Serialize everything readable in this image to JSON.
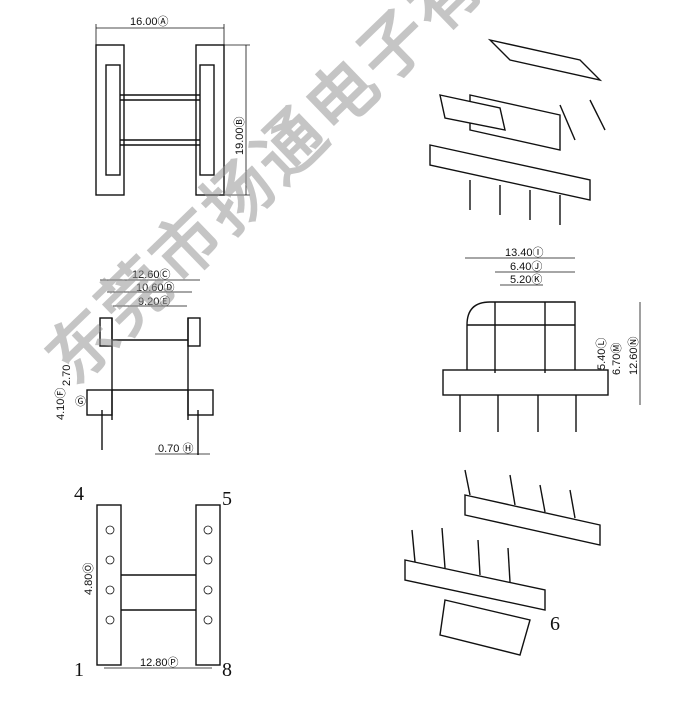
{
  "watermark": "东莞市扬通电子有限公司",
  "top_view": {
    "width_dim": "16.00Ⓐ",
    "height_dim": "19.00Ⓑ"
  },
  "side_view": {
    "dim_c": "12.60Ⓒ",
    "dim_d": "10.60Ⓓ",
    "dim_e": "9.20Ⓔ",
    "dim_270": "2.70",
    "dim_f": "4.10Ⓕ",
    "dim_g": "Ⓖ",
    "dim_h": "0.70 Ⓗ"
  },
  "front_view": {
    "dim_i": "13.40Ⓘ",
    "dim_j": "6.40Ⓙ",
    "dim_k": "5.20Ⓚ",
    "dim_l": "5.40Ⓛ",
    "dim_m": "6.70Ⓜ",
    "dim_n": "12.60Ⓝ"
  },
  "bottom_view": {
    "dim_o": "4.80Ⓞ",
    "dim_p": "12.80Ⓟ",
    "pins": [
      "4",
      "5",
      "1",
      "8"
    ]
  },
  "iso_view_2": {
    "pin": "6"
  }
}
